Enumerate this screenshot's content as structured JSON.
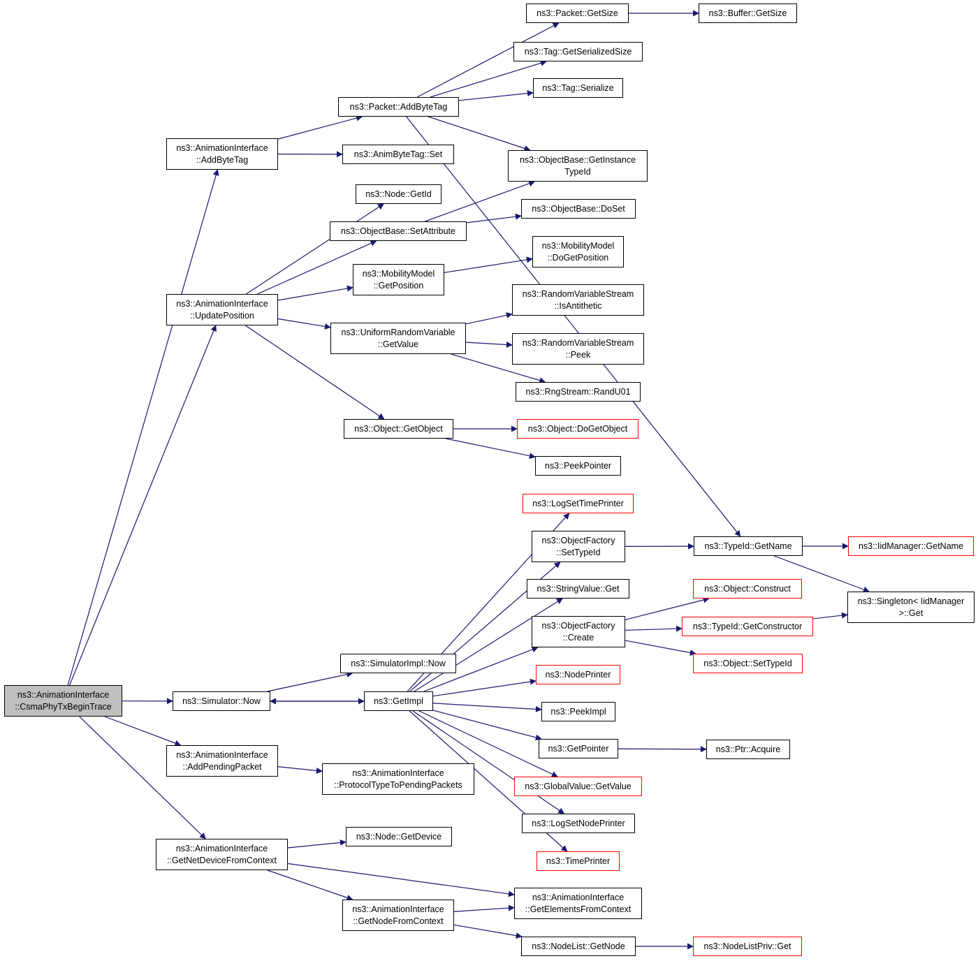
{
  "colors": {
    "edge": "#191970",
    "border": "#000000",
    "external_border": "#ff0000",
    "root_fill": "#bfbfbf"
  },
  "nodes": {
    "csma_phy_tx_begin_trace": {
      "label": "ns3::AnimationInterface\n::CsmaPhyTxBeginTrace",
      "style": "root"
    },
    "add_byte_tag_ai": {
      "label": "ns3::AnimationInterface\n::AddByteTag"
    },
    "update_position": {
      "label": "ns3::AnimationInterface\n::UpdatePosition"
    },
    "simulator_now": {
      "label": "ns3::Simulator::Now"
    },
    "add_pending_packet": {
      "label": "ns3::AnimationInterface\n::AddPendingPacket"
    },
    "get_net_device_from_context": {
      "label": "ns3::AnimationInterface\n::GetNetDeviceFromContext"
    },
    "packet_add_byte_tag": {
      "label": "ns3::Packet::AddByteTag"
    },
    "anim_byte_tag_set": {
      "label": "ns3::AnimByteTag::Set"
    },
    "node_get_id": {
      "label": "ns3::Node::GetId"
    },
    "object_base_set_attribute": {
      "label": "ns3::ObjectBase::SetAttribute"
    },
    "mobility_model_get_position": {
      "label": "ns3::MobilityModel\n::GetPosition"
    },
    "uniform_random_variable_get_value": {
      "label": "ns3::UniformRandomVariable\n::GetValue"
    },
    "object_get_object": {
      "label": "ns3::Object::GetObject"
    },
    "simulator_impl_now": {
      "label": "ns3::SimulatorImpl::Now"
    },
    "get_impl": {
      "label": "ns3::GetImpl"
    },
    "protocol_type_to_pending_packets": {
      "label": "ns3::AnimationInterface\n::ProtocolTypeToPendingPackets"
    },
    "node_get_device": {
      "label": "ns3::Node::GetDevice"
    },
    "get_node_from_context": {
      "label": "ns3::AnimationInterface\n::GetNodeFromContext"
    },
    "packet_get_size": {
      "label": "ns3::Packet::GetSize"
    },
    "tag_get_serialized_size": {
      "label": "ns3::Tag::GetSerializedSize"
    },
    "tag_serialize": {
      "label": "ns3::Tag::Serialize"
    },
    "object_base_get_instance_type_id": {
      "label": "ns3::ObjectBase::GetInstance\nTypeId"
    },
    "object_base_do_set": {
      "label": "ns3::ObjectBase::DoSet"
    },
    "mobility_model_do_get_position": {
      "label": "ns3::MobilityModel\n::DoGetPosition"
    },
    "random_variable_stream_is_antithetic": {
      "label": "ns3::RandomVariableStream\n::IsAntithetic"
    },
    "random_variable_stream_peek": {
      "label": "ns3::RandomVariableStream\n::Peek"
    },
    "rng_stream_rand_u01": {
      "label": "ns3::RngStream::RandU01"
    },
    "object_do_get_object": {
      "label": "ns3::Object::DoGetObject",
      "style": "external"
    },
    "peek_pointer": {
      "label": "ns3::PeekPointer"
    },
    "log_set_time_printer": {
      "label": "ns3::LogSetTimePrinter",
      "style": "external"
    },
    "object_factory_set_type_id": {
      "label": "ns3::ObjectFactory\n::SetTypeId"
    },
    "string_value_get": {
      "label": "ns3::StringValue::Get"
    },
    "object_factory_create": {
      "label": "ns3::ObjectFactory\n::Create"
    },
    "node_printer": {
      "label": "ns3::NodePrinter",
      "style": "external"
    },
    "peek_impl": {
      "label": "ns3::PeekImpl"
    },
    "get_pointer": {
      "label": "ns3::GetPointer"
    },
    "global_value_get_value": {
      "label": "ns3::GlobalValue::GetValue",
      "style": "external"
    },
    "log_set_node_printer": {
      "label": "ns3::LogSetNodePrinter"
    },
    "time_printer": {
      "label": "ns3::TimePrinter",
      "style": "external"
    },
    "get_elements_from_context": {
      "label": "ns3::AnimationInterface\n::GetElementsFromContext"
    },
    "node_list_get_node": {
      "label": "ns3::NodeList::GetNode"
    },
    "buffer_get_size": {
      "label": "ns3::Buffer::GetSize"
    },
    "type_id_get_name": {
      "label": "ns3::TypeId::GetName"
    },
    "object_construct": {
      "label": "ns3::Object::Construct",
      "style": "external"
    },
    "type_id_get_constructor": {
      "label": "ns3::TypeId::GetConstructor",
      "style": "external"
    },
    "object_set_type_id": {
      "label": "ns3::Object::SetTypeId",
      "style": "external"
    },
    "ptr_acquire": {
      "label": "ns3::Ptr::Acquire"
    },
    "node_list_priv_get": {
      "label": "ns3::NodeListPriv::Get",
      "style": "external"
    },
    "iid_manager_get_name": {
      "label": "ns3::IidManager::GetName",
      "style": "external"
    },
    "singleton_iid_manager_get": {
      "label": "ns3::Singleton< IidManager\n>::Get"
    }
  },
  "edges": [
    [
      "csma_phy_tx_begin_trace",
      "add_byte_tag_ai"
    ],
    [
      "csma_phy_tx_begin_trace",
      "update_position"
    ],
    [
      "csma_phy_tx_begin_trace",
      "simulator_now"
    ],
    [
      "csma_phy_tx_begin_trace",
      "add_pending_packet"
    ],
    [
      "csma_phy_tx_begin_trace",
      "get_net_device_from_context"
    ],
    [
      "add_byte_tag_ai",
      "packet_add_byte_tag"
    ],
    [
      "add_byte_tag_ai",
      "anim_byte_tag_set"
    ],
    [
      "packet_add_byte_tag",
      "packet_get_size"
    ],
    [
      "packet_add_byte_tag",
      "tag_get_serialized_size"
    ],
    [
      "packet_add_byte_tag",
      "tag_serialize"
    ],
    [
      "packet_add_byte_tag",
      "object_base_get_instance_type_id"
    ],
    [
      "packet_add_byte_tag",
      "type_id_get_name"
    ],
    [
      "packet_get_size",
      "buffer_get_size"
    ],
    [
      "update_position",
      "node_get_id"
    ],
    [
      "update_position",
      "object_base_set_attribute"
    ],
    [
      "update_position",
      "mobility_model_get_position"
    ],
    [
      "update_position",
      "uniform_random_variable_get_value"
    ],
    [
      "update_position",
      "object_get_object"
    ],
    [
      "object_base_set_attribute",
      "object_base_get_instance_type_id"
    ],
    [
      "object_base_set_attribute",
      "object_base_do_set"
    ],
    [
      "mobility_model_get_position",
      "mobility_model_do_get_position"
    ],
    [
      "uniform_random_variable_get_value",
      "random_variable_stream_is_antithetic"
    ],
    [
      "uniform_random_variable_get_value",
      "random_variable_stream_peek"
    ],
    [
      "uniform_random_variable_get_value",
      "rng_stream_rand_u01"
    ],
    [
      "object_get_object",
      "object_do_get_object"
    ],
    [
      "object_get_object",
      "peek_pointer"
    ],
    [
      "simulator_now",
      "simulator_impl_now"
    ],
    [
      "simulator_now",
      "get_impl"
    ],
    [
      "get_impl",
      "log_set_time_printer"
    ],
    [
      "get_impl",
      "object_factory_set_type_id"
    ],
    [
      "get_impl",
      "string_value_get"
    ],
    [
      "get_impl",
      "object_factory_create"
    ],
    [
      "get_impl",
      "node_printer"
    ],
    [
      "get_impl",
      "peek_impl"
    ],
    [
      "get_impl",
      "get_pointer"
    ],
    [
      "get_impl",
      "global_value_get_value"
    ],
    [
      "get_impl",
      "log_set_node_printer"
    ],
    [
      "get_impl",
      "time_printer"
    ],
    [
      "get_impl",
      "simulator_now"
    ],
    [
      "object_factory_set_type_id",
      "type_id_get_name"
    ],
    [
      "object_factory_create",
      "object_construct"
    ],
    [
      "object_factory_create",
      "type_id_get_constructor"
    ],
    [
      "object_factory_create",
      "object_set_type_id"
    ],
    [
      "type_id_get_name",
      "iid_manager_get_name"
    ],
    [
      "type_id_get_name",
      "singleton_iid_manager_get"
    ],
    [
      "type_id_get_constructor",
      "singleton_iid_manager_get"
    ],
    [
      "get_pointer",
      "ptr_acquire"
    ],
    [
      "add_pending_packet",
      "protocol_type_to_pending_packets"
    ],
    [
      "get_net_device_from_context",
      "node_get_device"
    ],
    [
      "get_net_device_from_context",
      "get_elements_from_context"
    ],
    [
      "get_net_device_from_context",
      "get_node_from_context"
    ],
    [
      "get_node_from_context",
      "get_elements_from_context"
    ],
    [
      "get_node_from_context",
      "node_list_get_node"
    ],
    [
      "node_list_get_node",
      "node_list_priv_get"
    ]
  ]
}
